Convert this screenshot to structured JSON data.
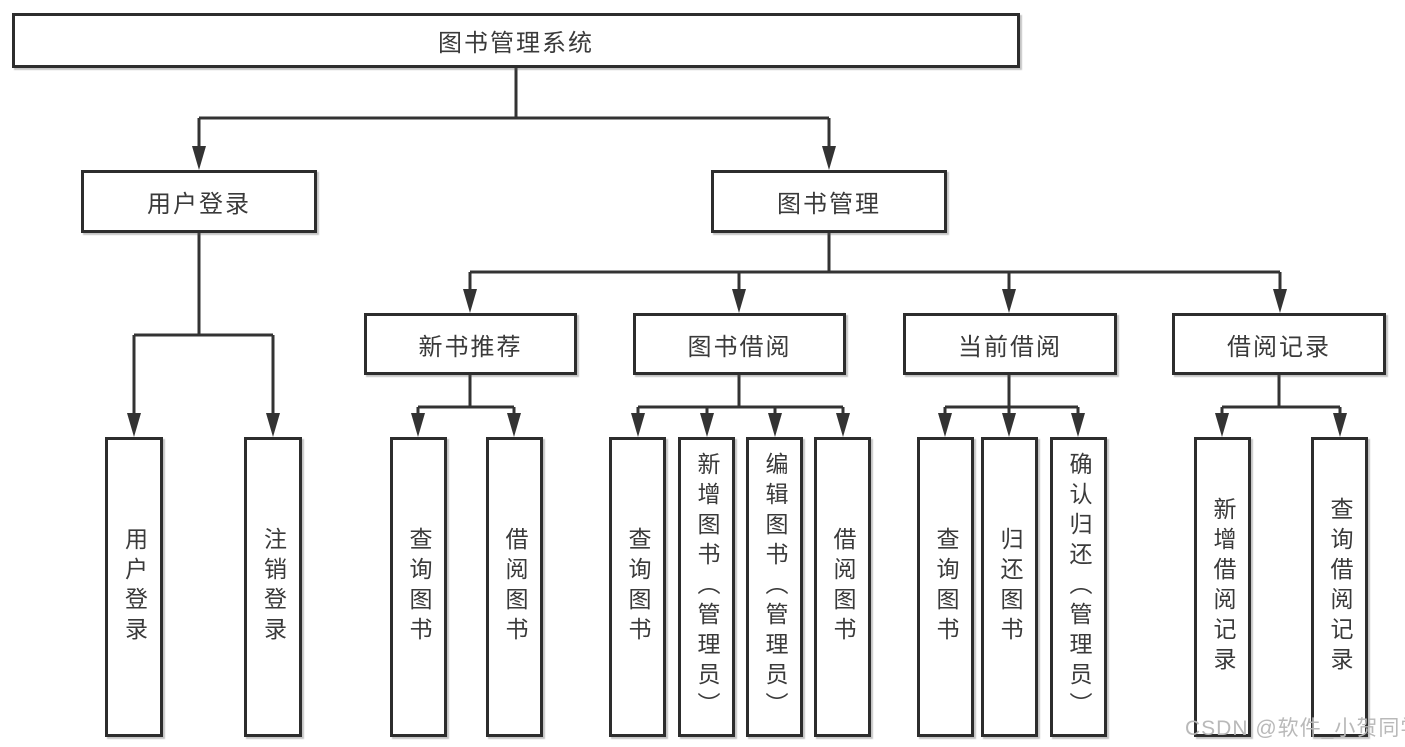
{
  "diagram": {
    "root_label": "图书管理系统",
    "branches": [
      {
        "label": "用户登录",
        "children": [
          "用户登录",
          "注销登录"
        ]
      },
      {
        "label": "图书管理",
        "groups": [
          {
            "label": "新书推荐",
            "children": [
              "查询图书",
              "借阅图书"
            ]
          },
          {
            "label": "图书借阅",
            "children": [
              "查询图书",
              "新增图书（管理员）",
              "编辑图书（管理员）",
              "借阅图书"
            ]
          },
          {
            "label": "当前借阅",
            "children": [
              "查询图书",
              "归还图书",
              "确认归还（管理员）"
            ]
          },
          {
            "label": "借阅记录",
            "children": [
              "新增借阅记录",
              "查询借阅记录"
            ]
          }
        ]
      }
    ]
  },
  "watermark": "CSDN @软件_小贺同学",
  "colors": {
    "line": "#333333",
    "box_border": "#2d2d2d",
    "text": "#3a3a3a",
    "watermark": "#b9b9b9",
    "background": "#ffffff"
  }
}
